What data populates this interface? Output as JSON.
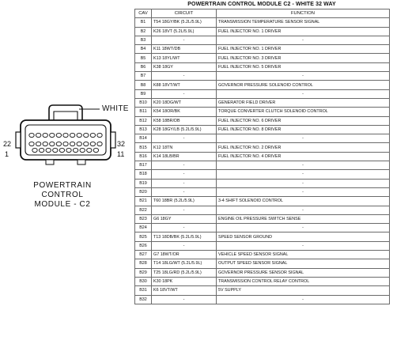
{
  "connector": {
    "white_label": "WHITE",
    "pin_numbers": {
      "top_left": "22",
      "bottom_left": "1",
      "top_right": "32",
      "bottom_right": "11"
    },
    "module_label": [
      "POWERTRAIN",
      "CONTROL",
      "MODULE - C2"
    ]
  },
  "table": {
    "title": "POWERTRAIN CONTROL MODULE C2 - WHITE 32 WAY",
    "headers": {
      "cav": "CAV",
      "circuit": "CIRCUIT",
      "function": "FUNCTION"
    },
    "rows": [
      {
        "cav": "B1",
        "circuit": "T54 18GY/BK (5.2L/5.9L)",
        "function": "TRANSMISSION TEMPERATURE SENSOR SIGNAL"
      },
      {
        "cav": "B2",
        "circuit": "K26 18VT (5.2L/5.9L)",
        "function": "FUEL INJECTOR NO. 1 DRIVER"
      },
      {
        "cav": "B3",
        "circuit": "-",
        "function": "-"
      },
      {
        "cav": "B4",
        "circuit": "K11 18WT/DB",
        "function": "FUEL INJECTOR NO. 1 DRIVER"
      },
      {
        "cav": "B5",
        "circuit": "K13 18YL/WT",
        "function": "FUEL INJECTOR NO. 3 DRIVER"
      },
      {
        "cav": "B6",
        "circuit": "K38 18GY",
        "function": "FUEL INJECTOR NO. 5 DRIVER"
      },
      {
        "cav": "B7",
        "circuit": "-",
        "function": "-"
      },
      {
        "cav": "B8",
        "circuit": "K88 18VT/WT",
        "function": "GOVERNOR PRESSURE SOLENOID CONTROL"
      },
      {
        "cav": "B9",
        "circuit": "-",
        "function": "-"
      },
      {
        "cav": "B10",
        "circuit": "K20 18DG/WT",
        "function": "GENERATOR FIELD DRIVER"
      },
      {
        "cav": "B11",
        "circuit": "K54 18OR/BK",
        "function": "TORQUE CONVERTER CLUTCH SOLENOID CONTROL"
      },
      {
        "cav": "B12",
        "circuit": "K58 18BR/DB",
        "function": "FUEL INJECTOR NO. 6 DRIVER"
      },
      {
        "cav": "B13",
        "circuit": "K28 18GY/LB (5.2L/5.9L)",
        "function": "FUEL INJECTOR NO. 8 DRIVER"
      },
      {
        "cav": "B14",
        "circuit": "-",
        "function": "-"
      },
      {
        "cav": "B15",
        "circuit": "K12 18TN",
        "function": "FUEL INJECTOR NO. 2 DRIVER"
      },
      {
        "cav": "B16",
        "circuit": "K14 18LB/BR",
        "function": "FUEL INJECTOR NO. 4 DRIVER"
      },
      {
        "cav": "B17",
        "circuit": "-",
        "function": "-"
      },
      {
        "cav": "B18",
        "circuit": "-",
        "function": "-"
      },
      {
        "cav": "B19",
        "circuit": "-",
        "function": "-"
      },
      {
        "cav": "B20",
        "circuit": "-",
        "function": "-"
      },
      {
        "cav": "B21",
        "circuit": "T60 18BR (5.2L/5.9L)",
        "function": "3-4 SHIFT SOLENOID CONTROL"
      },
      {
        "cav": "B22",
        "circuit": "-",
        "function": "-"
      },
      {
        "cav": "B23",
        "circuit": "G6 18GY",
        "function": "ENGINE OIL PRESSURE SWITCH SENSE"
      },
      {
        "cav": "B24",
        "circuit": "-",
        "function": "-"
      },
      {
        "cav": "B25",
        "circuit": "T13 18DB/BK (5.2L/5.9L)",
        "function": "SPEED SENSOR GROUND"
      },
      {
        "cav": "B26",
        "circuit": "-",
        "function": "-"
      },
      {
        "cav": "B27",
        "circuit": "G7 18WT/OR",
        "function": "VEHICLE SPEED SENSOR SIGNAL"
      },
      {
        "cav": "B28",
        "circuit": "T14 18LG/WT (5.2L/5.9L)",
        "function": "OUTPUT SPEED SENSOR SIGNAL"
      },
      {
        "cav": "B29",
        "circuit": "T25 18LG/RD (5.2L/5.9L)",
        "function": "GOVERNOR PRESSURE SENSOR SIGNAL"
      },
      {
        "cav": "B30",
        "circuit": "K30 18PK",
        "function": "TRANSMISSION CONTROL RELAY CONTROL"
      },
      {
        "cav": "B31",
        "circuit": "K6 18VT/WT",
        "function": "5V SUPPLY"
      },
      {
        "cav": "B32",
        "circuit": "-",
        "function": "-"
      }
    ]
  }
}
